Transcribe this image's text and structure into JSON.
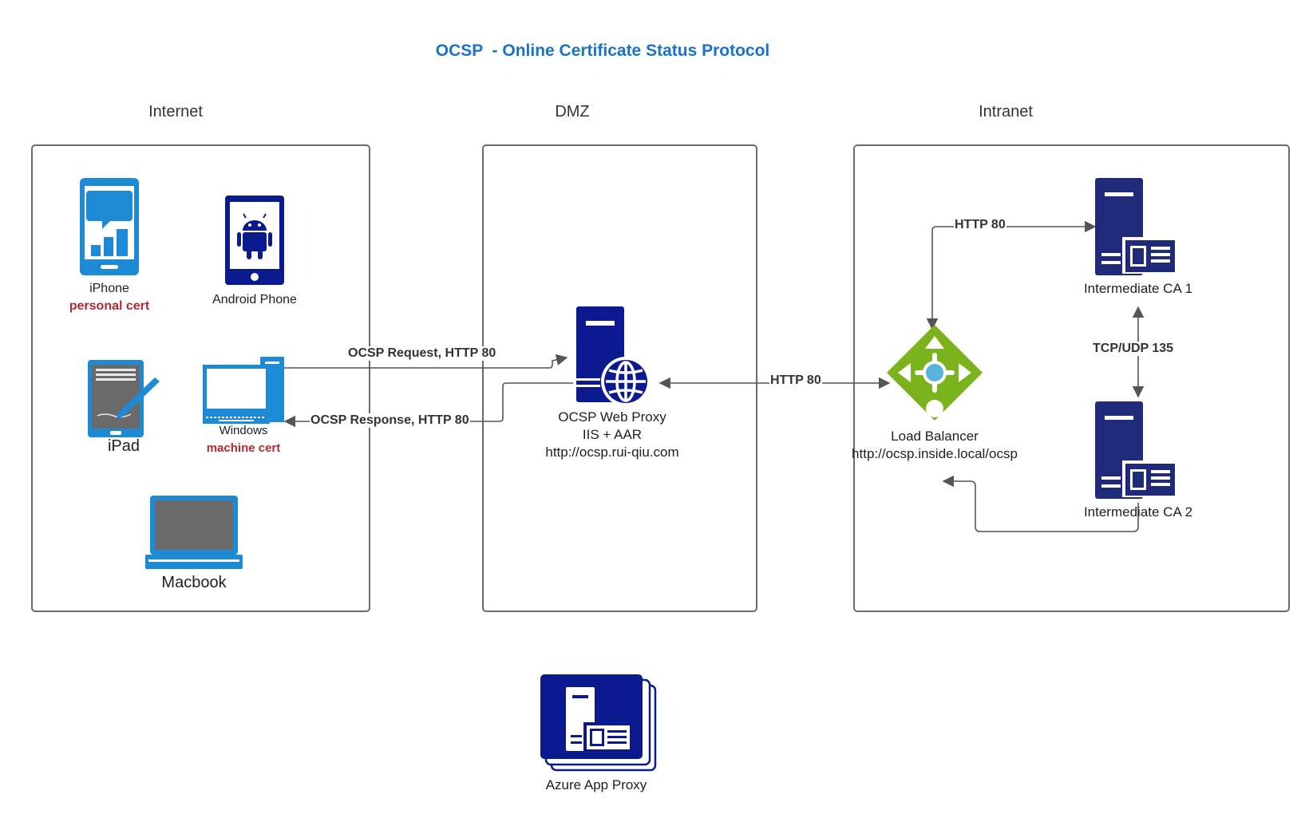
{
  "title": "OCSP  - Online Certificate Status Protocol",
  "zones": {
    "internet": "Internet",
    "dmz": "DMZ",
    "intranet": "Intranet"
  },
  "devices": {
    "iphone": {
      "label": "iPhone",
      "note": "personal cert"
    },
    "android": {
      "label": "Android Phone"
    },
    "ipad": {
      "label": "iPad"
    },
    "windows": {
      "label": "Windows",
      "note": "machine cert"
    },
    "macbook": {
      "label": "Macbook"
    }
  },
  "proxy": {
    "line1": "OCSP Web Proxy",
    "line2": "IIS + AAR",
    "line3": "http://ocsp.rui-qiu.com"
  },
  "load_balancer": {
    "line1": "Load Balancer",
    "line2": "http://ocsp.inside.local/ocsp"
  },
  "ca1": {
    "label": "Intermediate CA 1"
  },
  "ca2": {
    "label": "Intermediate CA 2"
  },
  "azure": {
    "label": "Azure App Proxy"
  },
  "edges": {
    "request": "OCSP Request, HTTP 80",
    "response": "OCSP Response, HTTP 80",
    "proxy_lb": "HTTP 80",
    "lb_ca1": "HTTP 80",
    "ca_sync": "TCP/UDP 135"
  },
  "colors": {
    "title": "#1a73c8",
    "device_blue": "#1d8ad6",
    "navy": "#1f2b7a",
    "azure_navy": "#0b1a8f",
    "lb_green": "#7bb31c",
    "red_note": "#b22a35"
  }
}
